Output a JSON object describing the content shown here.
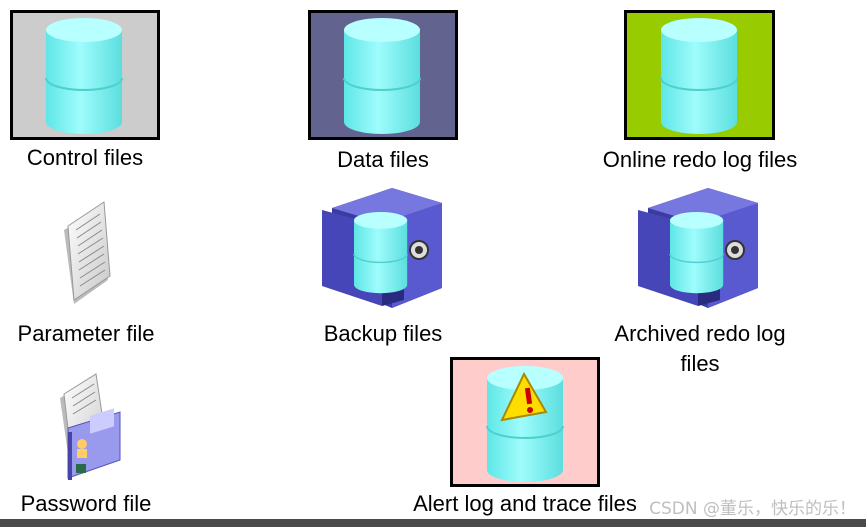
{
  "items": {
    "control_files": {
      "label": "Control files",
      "bg": "#cccccc"
    },
    "data_files": {
      "label": "Data files",
      "bg": "#63638f"
    },
    "online_redo": {
      "label": "Online redo log files",
      "bg": "#99cc00"
    },
    "parameter_file": {
      "label": "Parameter file"
    },
    "backup_files": {
      "label": "Backup files"
    },
    "archived_redo": {
      "label_line1": "Archived redo log",
      "label_line2": "files"
    },
    "password_file": {
      "label": "Password file"
    },
    "alert_log": {
      "label": "Alert log and trace files",
      "bg": "#ffcccc"
    }
  },
  "watermark": "CSDN @董乐，快乐的乐！",
  "colors": {
    "cylinder": "#80ffff",
    "cylinder_top": "#b3ffff",
    "cabinet": "#5555bb"
  }
}
